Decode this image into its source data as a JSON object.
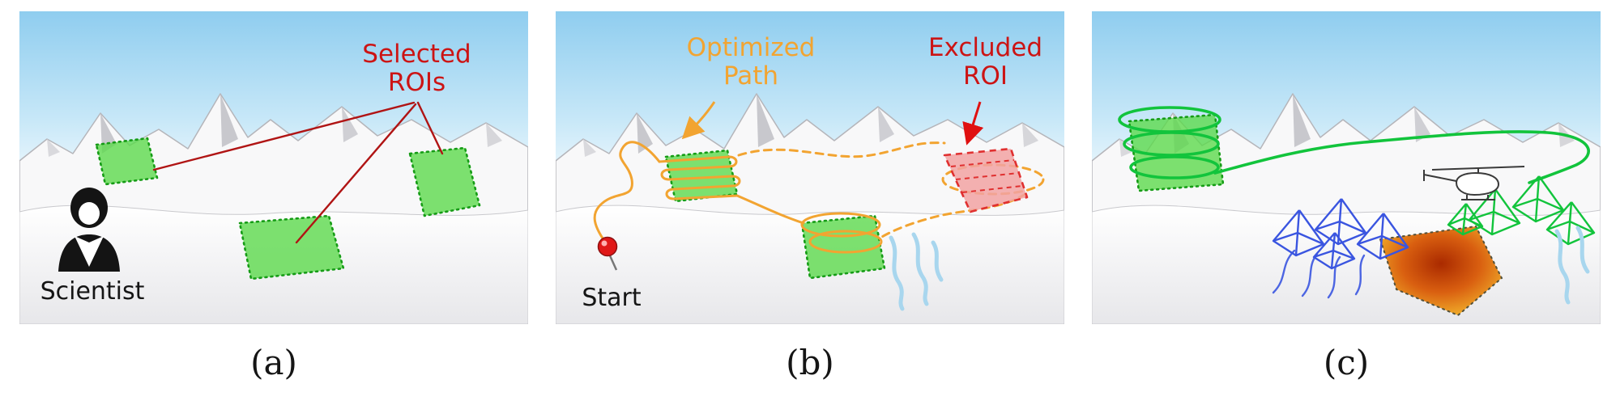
{
  "figure": {
    "panels": {
      "a": {
        "caption": "(a)",
        "selected_rois_label": "Selected\nROIs",
        "scientist_label": "Scientist"
      },
      "b": {
        "caption": "(b)",
        "optimized_path_label": "Optimized\nPath",
        "excluded_roi_label": "Excluded\nROI",
        "start_label": "Start"
      },
      "c": {
        "caption": "(c)"
      }
    },
    "icons": {
      "scientist": "scientist-icon",
      "start_pin": "start-pin-icon",
      "helicopter": "helicopter-icon"
    },
    "colors": {
      "label_red": "#cc1414",
      "line_red": "#b01414",
      "arrow_red": "#e01010",
      "label_orange": "#f2a431",
      "path_orange": "#f2a431",
      "roi_green": "#5cd94c",
      "roi_green_border": "#169c16",
      "survey_green": "#12c43c",
      "excluded_pink": "#f2a3a3",
      "excluded_red": "#e03030",
      "frustum_blue": "#3a55e0",
      "stream_blue": "#a8d6ee",
      "sky_blue": "#8fcdef",
      "heat_core": "#aa2a00",
      "heat_edge": "#f2d93e"
    }
  }
}
